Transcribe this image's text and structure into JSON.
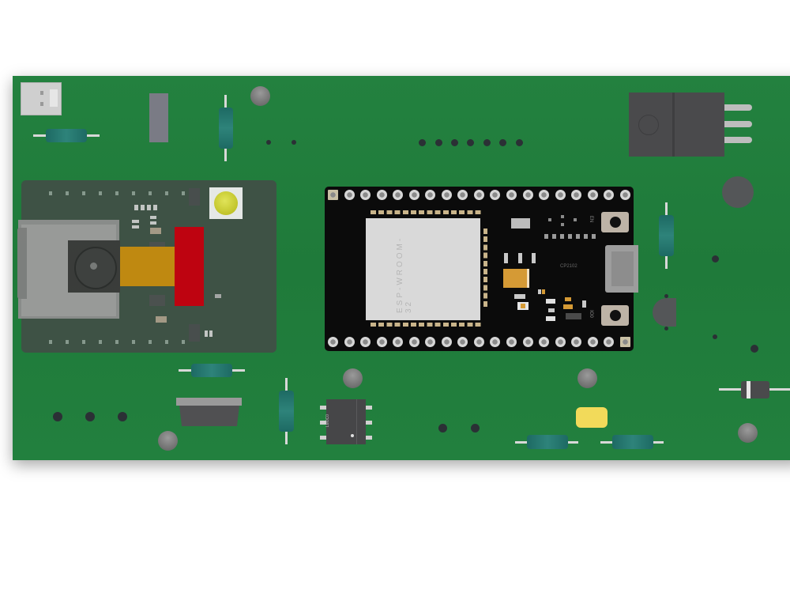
{
  "scene": {
    "type": "3D render of printed circuit board",
    "background": "#ffffff",
    "board_color": "#218040"
  },
  "components": {
    "esp32_module": {
      "silkscreen_module_text": "ESP-WROOM-32",
      "usb_bridge_label": "CP2102",
      "button_top_label": "EN",
      "button_bottom_label": "IO0",
      "pin_rows": 2,
      "pins_per_row": 19,
      "pcb_color": "#0b0b0b",
      "shield_color": "#d9d9d9"
    },
    "camera_module": {
      "board_color": "#3f5146",
      "flex_cable_color": "#c58a10",
      "connector_color": "#c4000f",
      "led_color": "#d8d82a"
    },
    "ic_dip6": {
      "marking": "LM0C0"
    },
    "regulator_to220": {
      "lead_count": 3
    },
    "capacitor_yellow": {
      "color": "#f2da5a"
    },
    "diode": {
      "band_color": "#e8e8e8"
    }
  }
}
